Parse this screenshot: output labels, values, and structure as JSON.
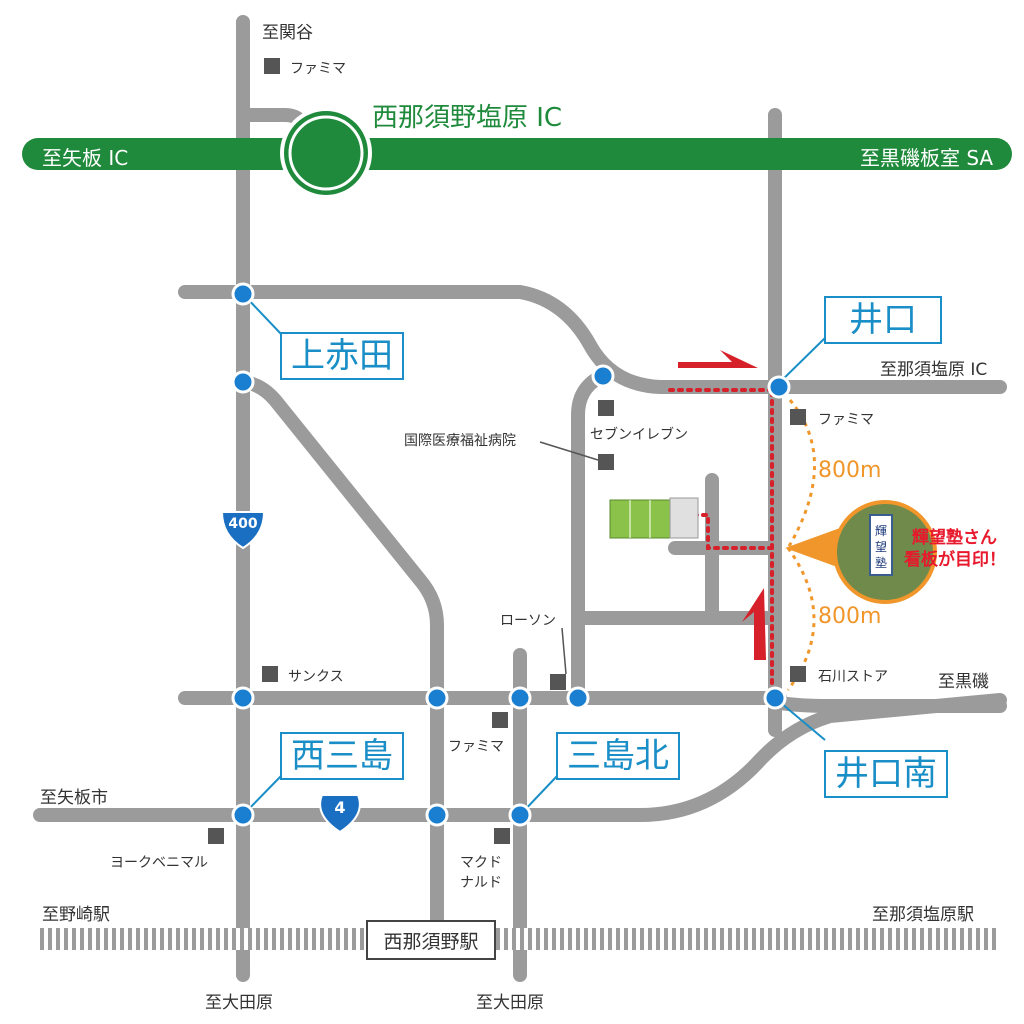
{
  "highway": {
    "ic_name": "西那須野塩原 IC",
    "west_dest": "至矢板 IC",
    "east_dest": "至黒磯板室 SA"
  },
  "destinations": {
    "north_top": "至関谷",
    "east_mid": "至那須塩原 IC",
    "east_low": "至黒磯",
    "west_route4": "至矢板市",
    "rail_west": "至野崎駅",
    "rail_east": "至那須塩原駅",
    "south_left": "至大田原",
    "south_mid": "至大田原"
  },
  "intersections": {
    "kamiakada": "上赤田",
    "iguchi": "井口",
    "nishimishima": "西三島",
    "mishimakita": "三島北",
    "iguchiminami": "井口南"
  },
  "routes": {
    "r400": "400",
    "r4": "4"
  },
  "shops": {
    "famima_top": "ファミマ",
    "famima_iguchi": "ファミマ",
    "seven": "セブンイレブン",
    "hospital": "国際医療福祉病院",
    "lawson": "ローソン",
    "sunkus": "サンクス",
    "famima_mid": "ファミマ",
    "ishikawa": "石川ストア",
    "yorkbenimaru": "ヨークベニマル",
    "mcd_line1": "マクド",
    "mcd_line2": "ナルド"
  },
  "station": "西那須野駅",
  "distance": {
    "upper": "800m",
    "lower": "800m"
  },
  "callout": {
    "line1": "輝望塾さん",
    "line2": "看板が目印！"
  },
  "colors": {
    "road": "#9b9b9b",
    "highway": "#1f8a3b",
    "node": "#1a7fd0",
    "box_border": "#1a8ec6",
    "route_dots": "#d6202a",
    "arrow": "#d6202a",
    "distance": "#f0962b",
    "shop": "#555555"
  }
}
